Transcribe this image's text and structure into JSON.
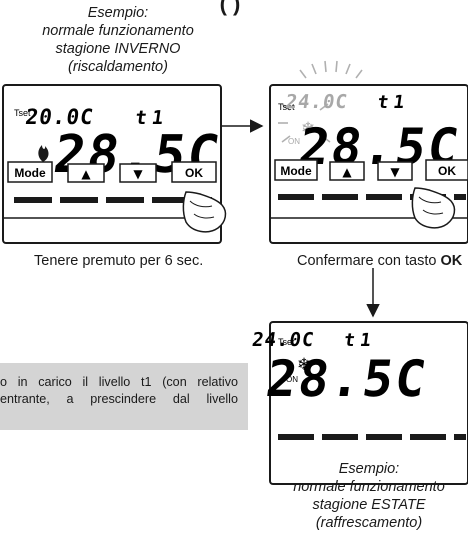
{
  "heading": "(                    )",
  "caption_top": {
    "line1": "Esempio:",
    "line2": "normale funzionamento",
    "line3": "stagione INVERNO",
    "line4": "(riscaldamento)"
  },
  "caption_bottom": {
    "line1": "Esempio:",
    "line2": "normale funzionamento",
    "line3": "stagione ESTATE",
    "line4": "(raffrescamento)"
  },
  "instruction_hold": "Tenere premuto per 6 sec.",
  "instruction_confirm": {
    "prefix": "Confermare con tasto ",
    "key": "OK"
  },
  "note": {
    "line1": "o in carico il livello t1 (con relativo",
    "line2": "entrante, a prescindere dal livello"
  },
  "display_left": {
    "tset_label": "Tset",
    "set_value": "20.0C",
    "level": "t1",
    "main_value": "28.5C",
    "mode_icon": "flame-icon",
    "buttons": [
      "Mode",
      "▲",
      "▼",
      "OK"
    ]
  },
  "display_right": {
    "tset_label": "Tset",
    "set_value": "24.0C",
    "level": "t1",
    "main_value": "28.5C",
    "mode_icon": "snowflake-icon",
    "on_label": "ON",
    "buttons": [
      "Mode",
      "▲",
      "▼",
      "OK"
    ]
  },
  "display_bottom": {
    "tset_label": "Tset",
    "set_value": "24.0C",
    "level": "t1",
    "main_value": "28.5C",
    "mode_icon": "snowflake-icon",
    "on_label": "ON"
  },
  "colors": {
    "lcd_border": "#1a1a1a",
    "note_background": "#d4d4d4",
    "blink_rays": "#b0b0b0"
  }
}
